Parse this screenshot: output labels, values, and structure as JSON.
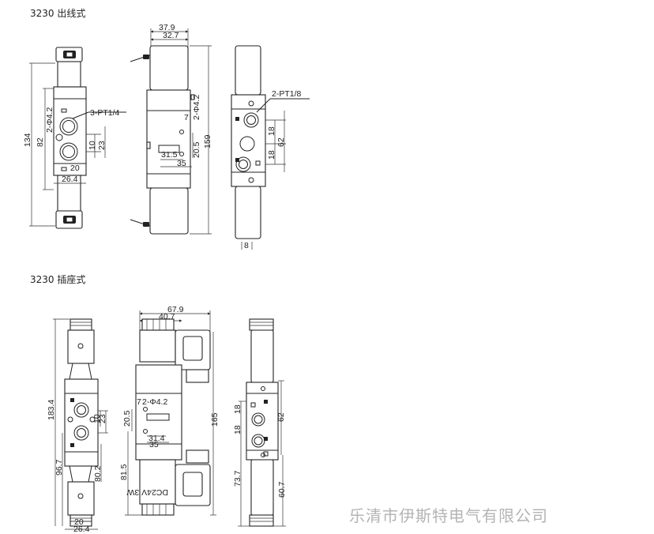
{
  "section_wire": {
    "title": "3230 出线式",
    "front": {
      "d_port_hole": "2-Φ4.2",
      "d_port": "3-PT1/4",
      "d_height_total": "134",
      "d_height_body": "82",
      "d_10": "10",
      "d_23": "23",
      "d_20": "20",
      "d_width": "26.4"
    },
    "side": {
      "d_top_outer": "37.9",
      "d_top_inner": "32.7",
      "d_hole": "2-Φ4.2",
      "d_7": "7",
      "d_20_5": "20.5",
      "d_159": "159",
      "d_31_5": "31.5",
      "d_35": "35"
    },
    "right": {
      "d_port": "2-PT1/8",
      "d_18a": "18",
      "d_62": "62",
      "d_18b": "18",
      "d_8": "8"
    }
  },
  "section_plug": {
    "title": "3230 插座式",
    "front": {
      "d_183_4": "183.4",
      "d_10": "10",
      "d_23": "23",
      "d_96_7": "96.7",
      "d_80_2": "80.2",
      "d_20": "20",
      "d_26_4": "26.4"
    },
    "side": {
      "d_67_9": "67.9",
      "d_40_7": "40.7",
      "d_7": "7",
      "d_hole": "2-Φ4.2",
      "d_20_5": "20.5",
      "d_165": "165",
      "d_31_4": "31.4",
      "d_35": "35",
      "d_81_5": "81.5",
      "label": "DC24V 3W"
    },
    "right": {
      "d_18a": "18",
      "d_62": "62",
      "d_18b": "18",
      "d_73_7": "73.7",
      "d_60_7": "60.7"
    }
  },
  "watermark": "乐清市伊斯特电气有限公司"
}
